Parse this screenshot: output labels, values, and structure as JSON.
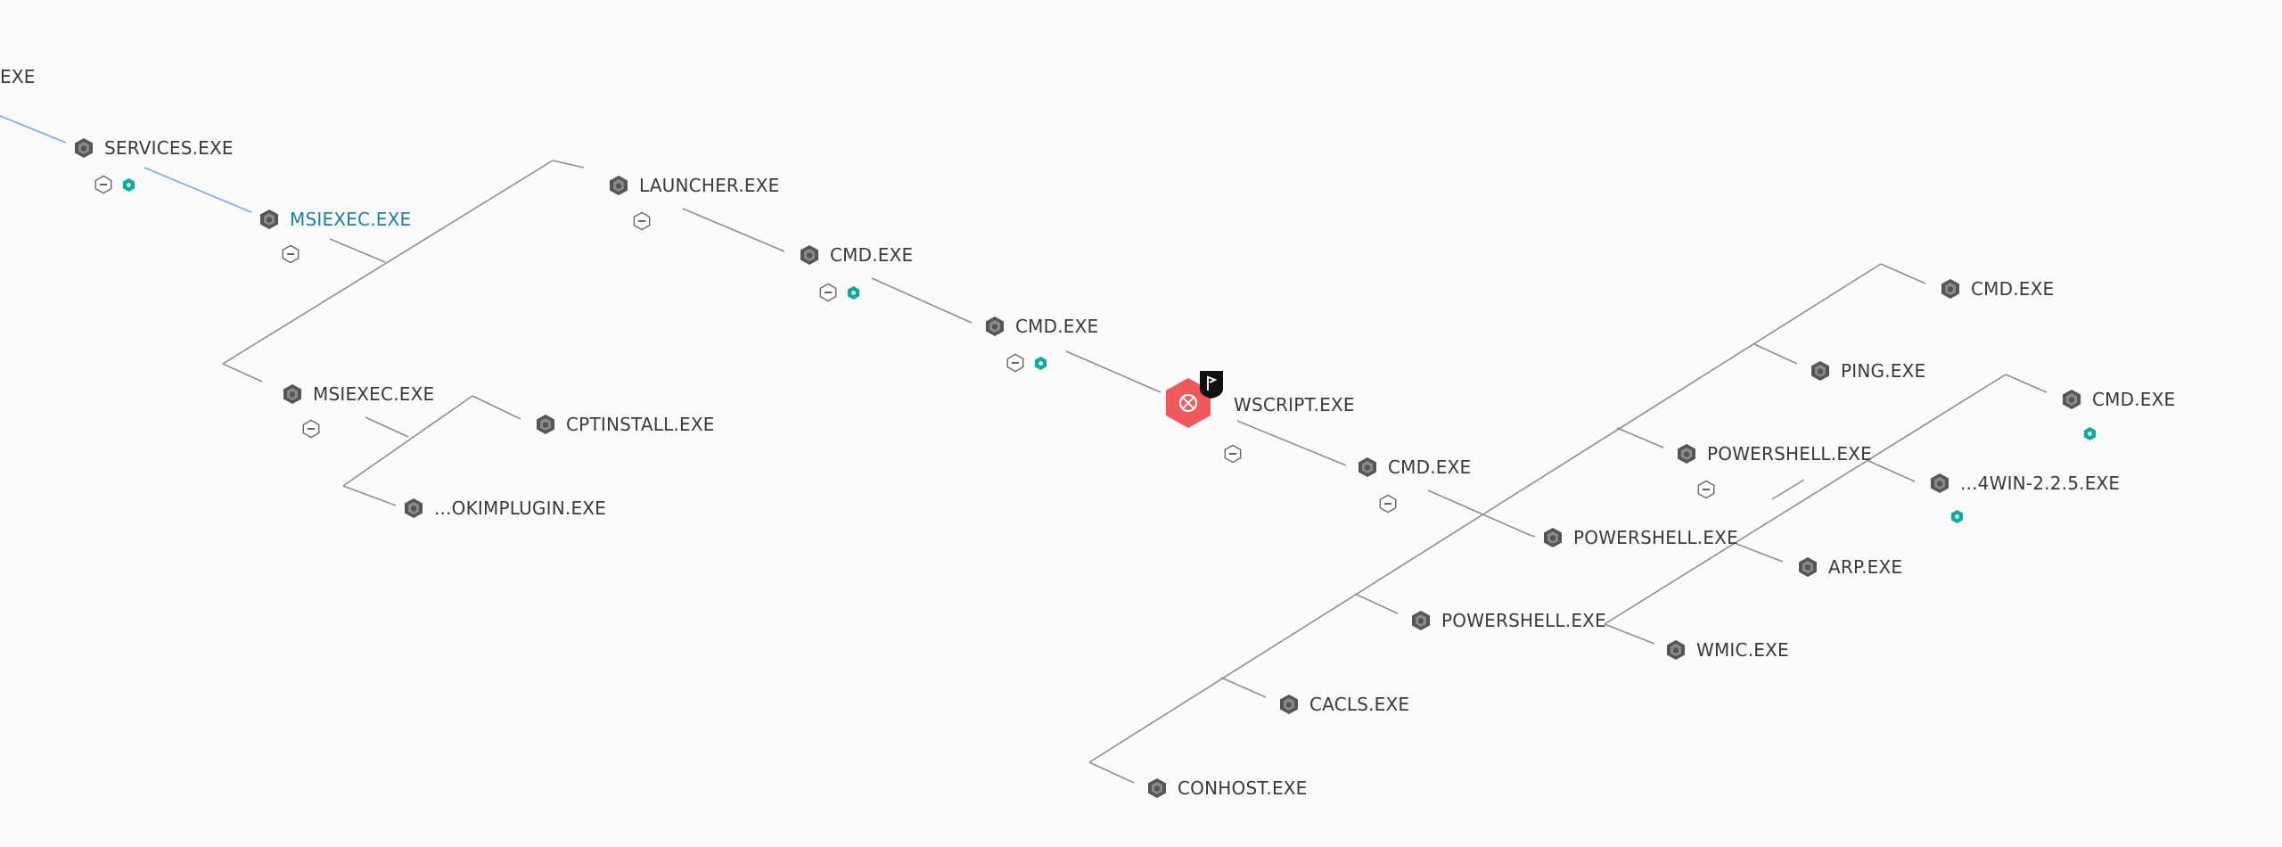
{
  "colors": {
    "accent_edge": "#7aa8dd",
    "edge": "#8f8f8f",
    "node_icon": "#555555",
    "selected_text": "#1f7fa6",
    "network_badge": "#11a99e",
    "alert": "#f0585b"
  },
  "icons": {
    "process": "process-hexagon-icon",
    "collapse": "collapse-minus-icon",
    "network": "network-connection-icon",
    "alert": "detection-alert-icon",
    "flag": "tactic-flag-icon"
  },
  "nodes": {
    "partial_parent": "EXE",
    "services": "SERVICES.EXE",
    "msiexec_selected": "MSIEXEC.EXE",
    "launcher": "LAUNCHER.EXE",
    "cmd_1": "CMD.EXE",
    "cmd_2": "CMD.EXE",
    "wscript": "WSCRIPT.EXE",
    "msiexec_2": "MSIEXEC.EXE",
    "cptinstall": "CPTINSTALL.EXE",
    "okimplugin": "...OKIMPLUGIN.EXE",
    "cmd_3": "CMD.EXE",
    "powershell_1": "POWERSHELL.EXE",
    "powershell_2": "POWERSHELL.EXE",
    "powershell_3": "POWERSHELL.EXE",
    "cacls": "CACLS.EXE",
    "conhost": "CONHOST.EXE",
    "cmd_4": "CMD.EXE",
    "ping": "PING.EXE",
    "cmd_5": "CMD.EXE",
    "win_225": "...4WIN-2.2.5.EXE",
    "arp": "ARP.EXE",
    "wmic": "WMIC.EXE"
  }
}
